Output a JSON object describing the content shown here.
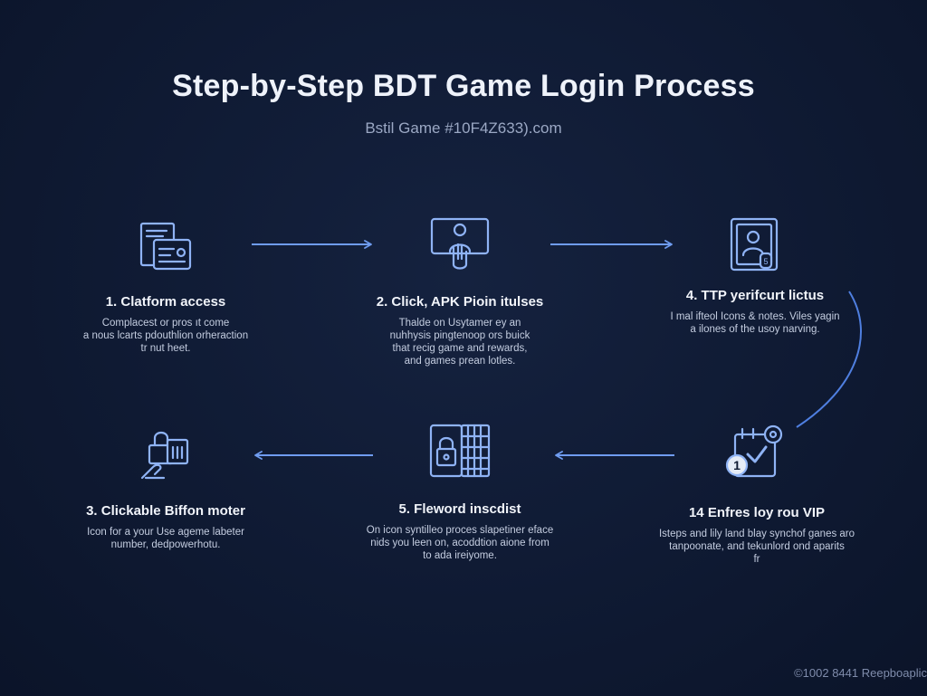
{
  "header": {
    "title": "Step-by-Step BDT Game Login Process",
    "subtitle": "Bstil Game #10F4Z633).com"
  },
  "steps": [
    {
      "title": "1. Clatform access",
      "desc": [
        "Complacest or pros ıt come",
        "a nous lcarts pdouthlion orheraction",
        "tr nut heet."
      ],
      "icon": "document-card-icon"
    },
    {
      "title": "2. Click, APK Pioin itulses",
      "desc": [
        "Thalde on Usytamer ey an",
        "nuhhysis pingtenoop ors buick",
        "that recig game and rewards,",
        "and games prean lotles."
      ],
      "icon": "user-screen-icon"
    },
    {
      "title": "4. TTP yerifcurt lictus",
      "desc": [
        "I mal ifteol Icons & notes. Viles yagin",
        "a ilones of the usoy narving."
      ],
      "icon": "profile-badge-icon"
    },
    {
      "title": "3. Clickable Biffon moter",
      "desc": [
        "Icon for a your Use ageme labeter",
        "number, dedpowerhotu."
      ],
      "icon": "lock-hand-icon"
    },
    {
      "title": "5. Fleword inscdist",
      "desc": [
        "On icon syntilleo proces slapetiner eface",
        "nids you leen on, acoddtion aione from",
        "to ada ireiyome."
      ],
      "icon": "lock-phone-icon"
    },
    {
      "title": "14 Enfres loy rou VIP",
      "desc": [
        "Isteps and lily land blay synchof ganes aro",
        "tanpoonate, and tekunlord ond aparits",
        "fr"
      ],
      "icon": "checklist-badge-icon"
    }
  ],
  "footer": "©1002 8441 Reepboaplic",
  "colors": {
    "background": "#0f1a33",
    "accent": "#6f9cf0",
    "text": "#f1f4fa",
    "muted": "#c4cde0"
  }
}
